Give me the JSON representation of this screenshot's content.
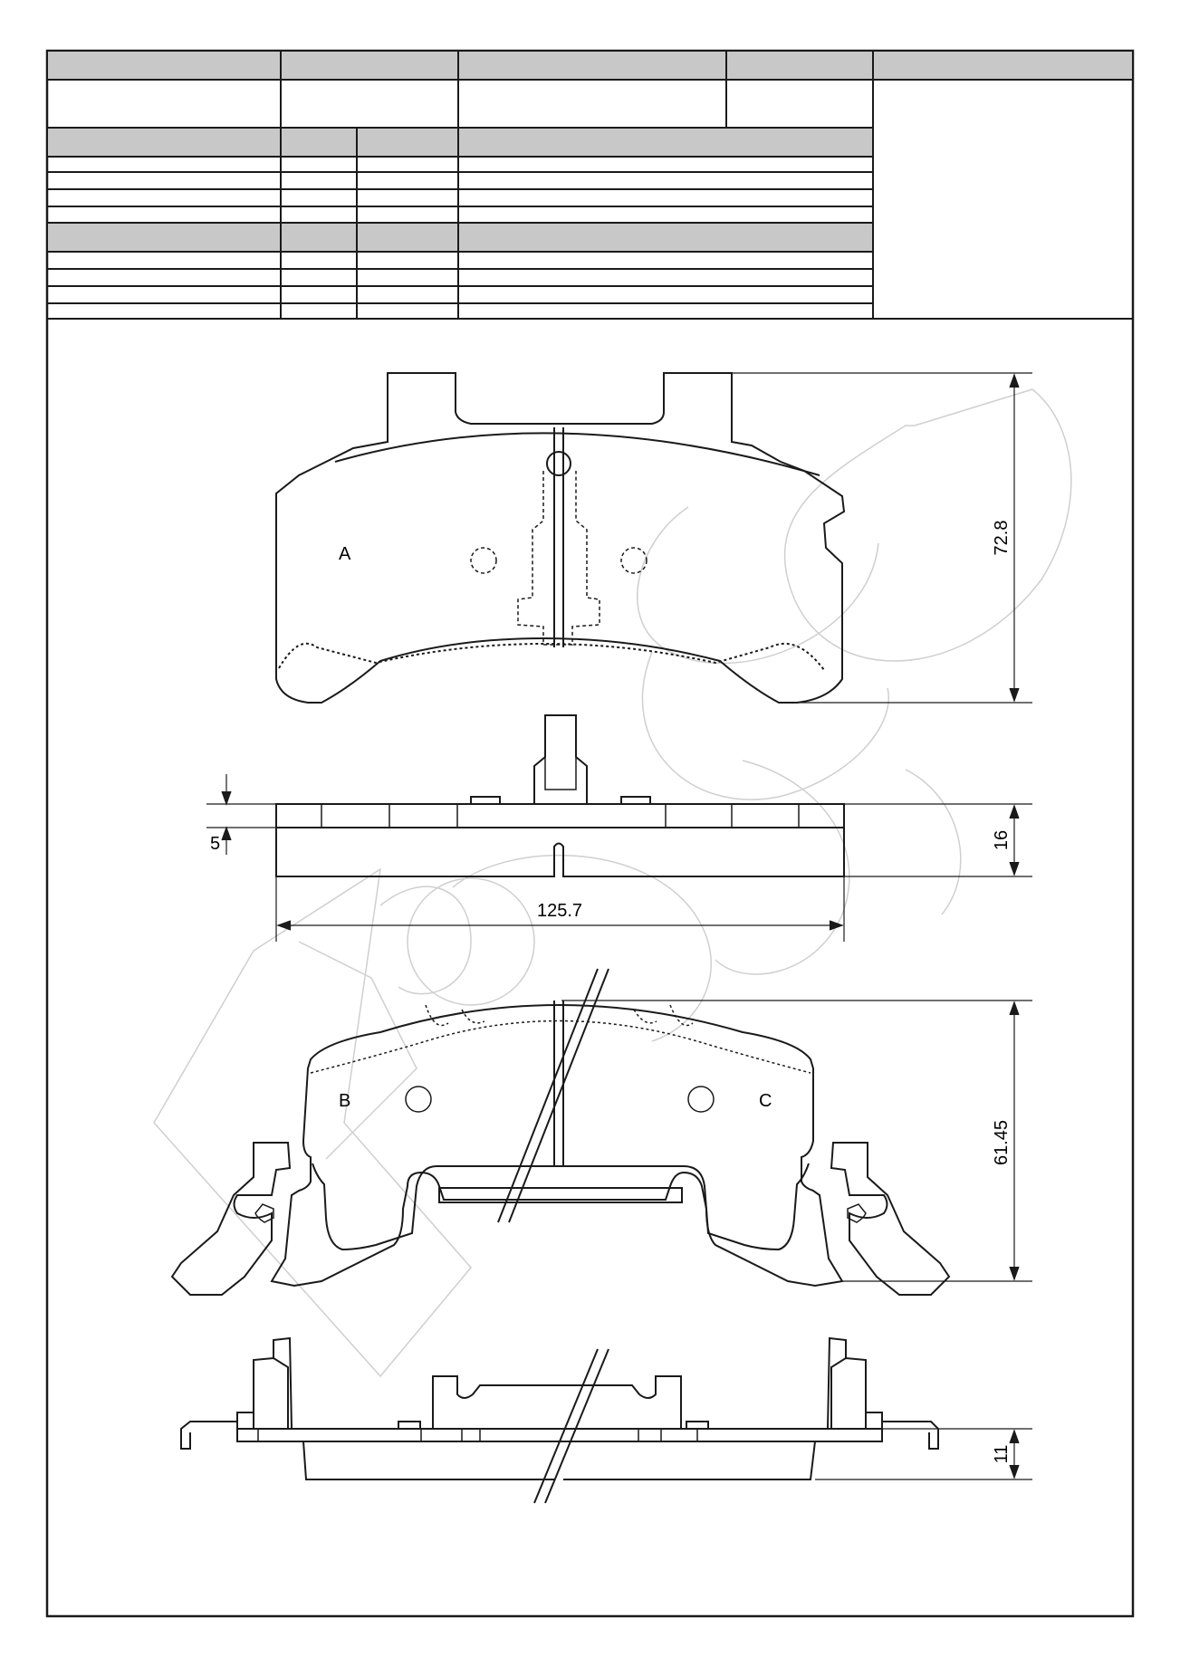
{
  "colors": {
    "line": "#1a1a1a",
    "header_fill": "#c8c8c8",
    "watermark": "#cfcfcf"
  },
  "drawing": {
    "views": {
      "top_label": "A",
      "bottom_left_label": "B",
      "bottom_right_label": "C"
    },
    "dimensions": {
      "height_top": "72.8",
      "thickness_top": "16",
      "width": "125.7",
      "wear_indicator": "5",
      "height_bottom": "61.45",
      "thickness_bottom": "11"
    }
  }
}
